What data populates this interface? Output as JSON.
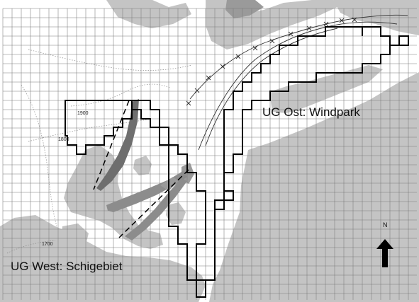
{
  "map": {
    "labels": {
      "east_area": "UG Ost: Windpark",
      "west_area": "UG West: Schigebiet"
    },
    "contours": [
      "1900",
      "1800",
      "1700"
    ],
    "north": "N",
    "colors": {
      "background": "#ffffff",
      "terrain_light": "#c4c4c4",
      "terrain_dark": "#9a9a9a",
      "terrain_band": "#8c8c8c",
      "terrain_darkest": "#6e6e6e",
      "grid": "#7a7a7a",
      "boundary": "#000000"
    },
    "icons": [
      "north-arrow-icon",
      "turbine-mark-icon"
    ]
  }
}
